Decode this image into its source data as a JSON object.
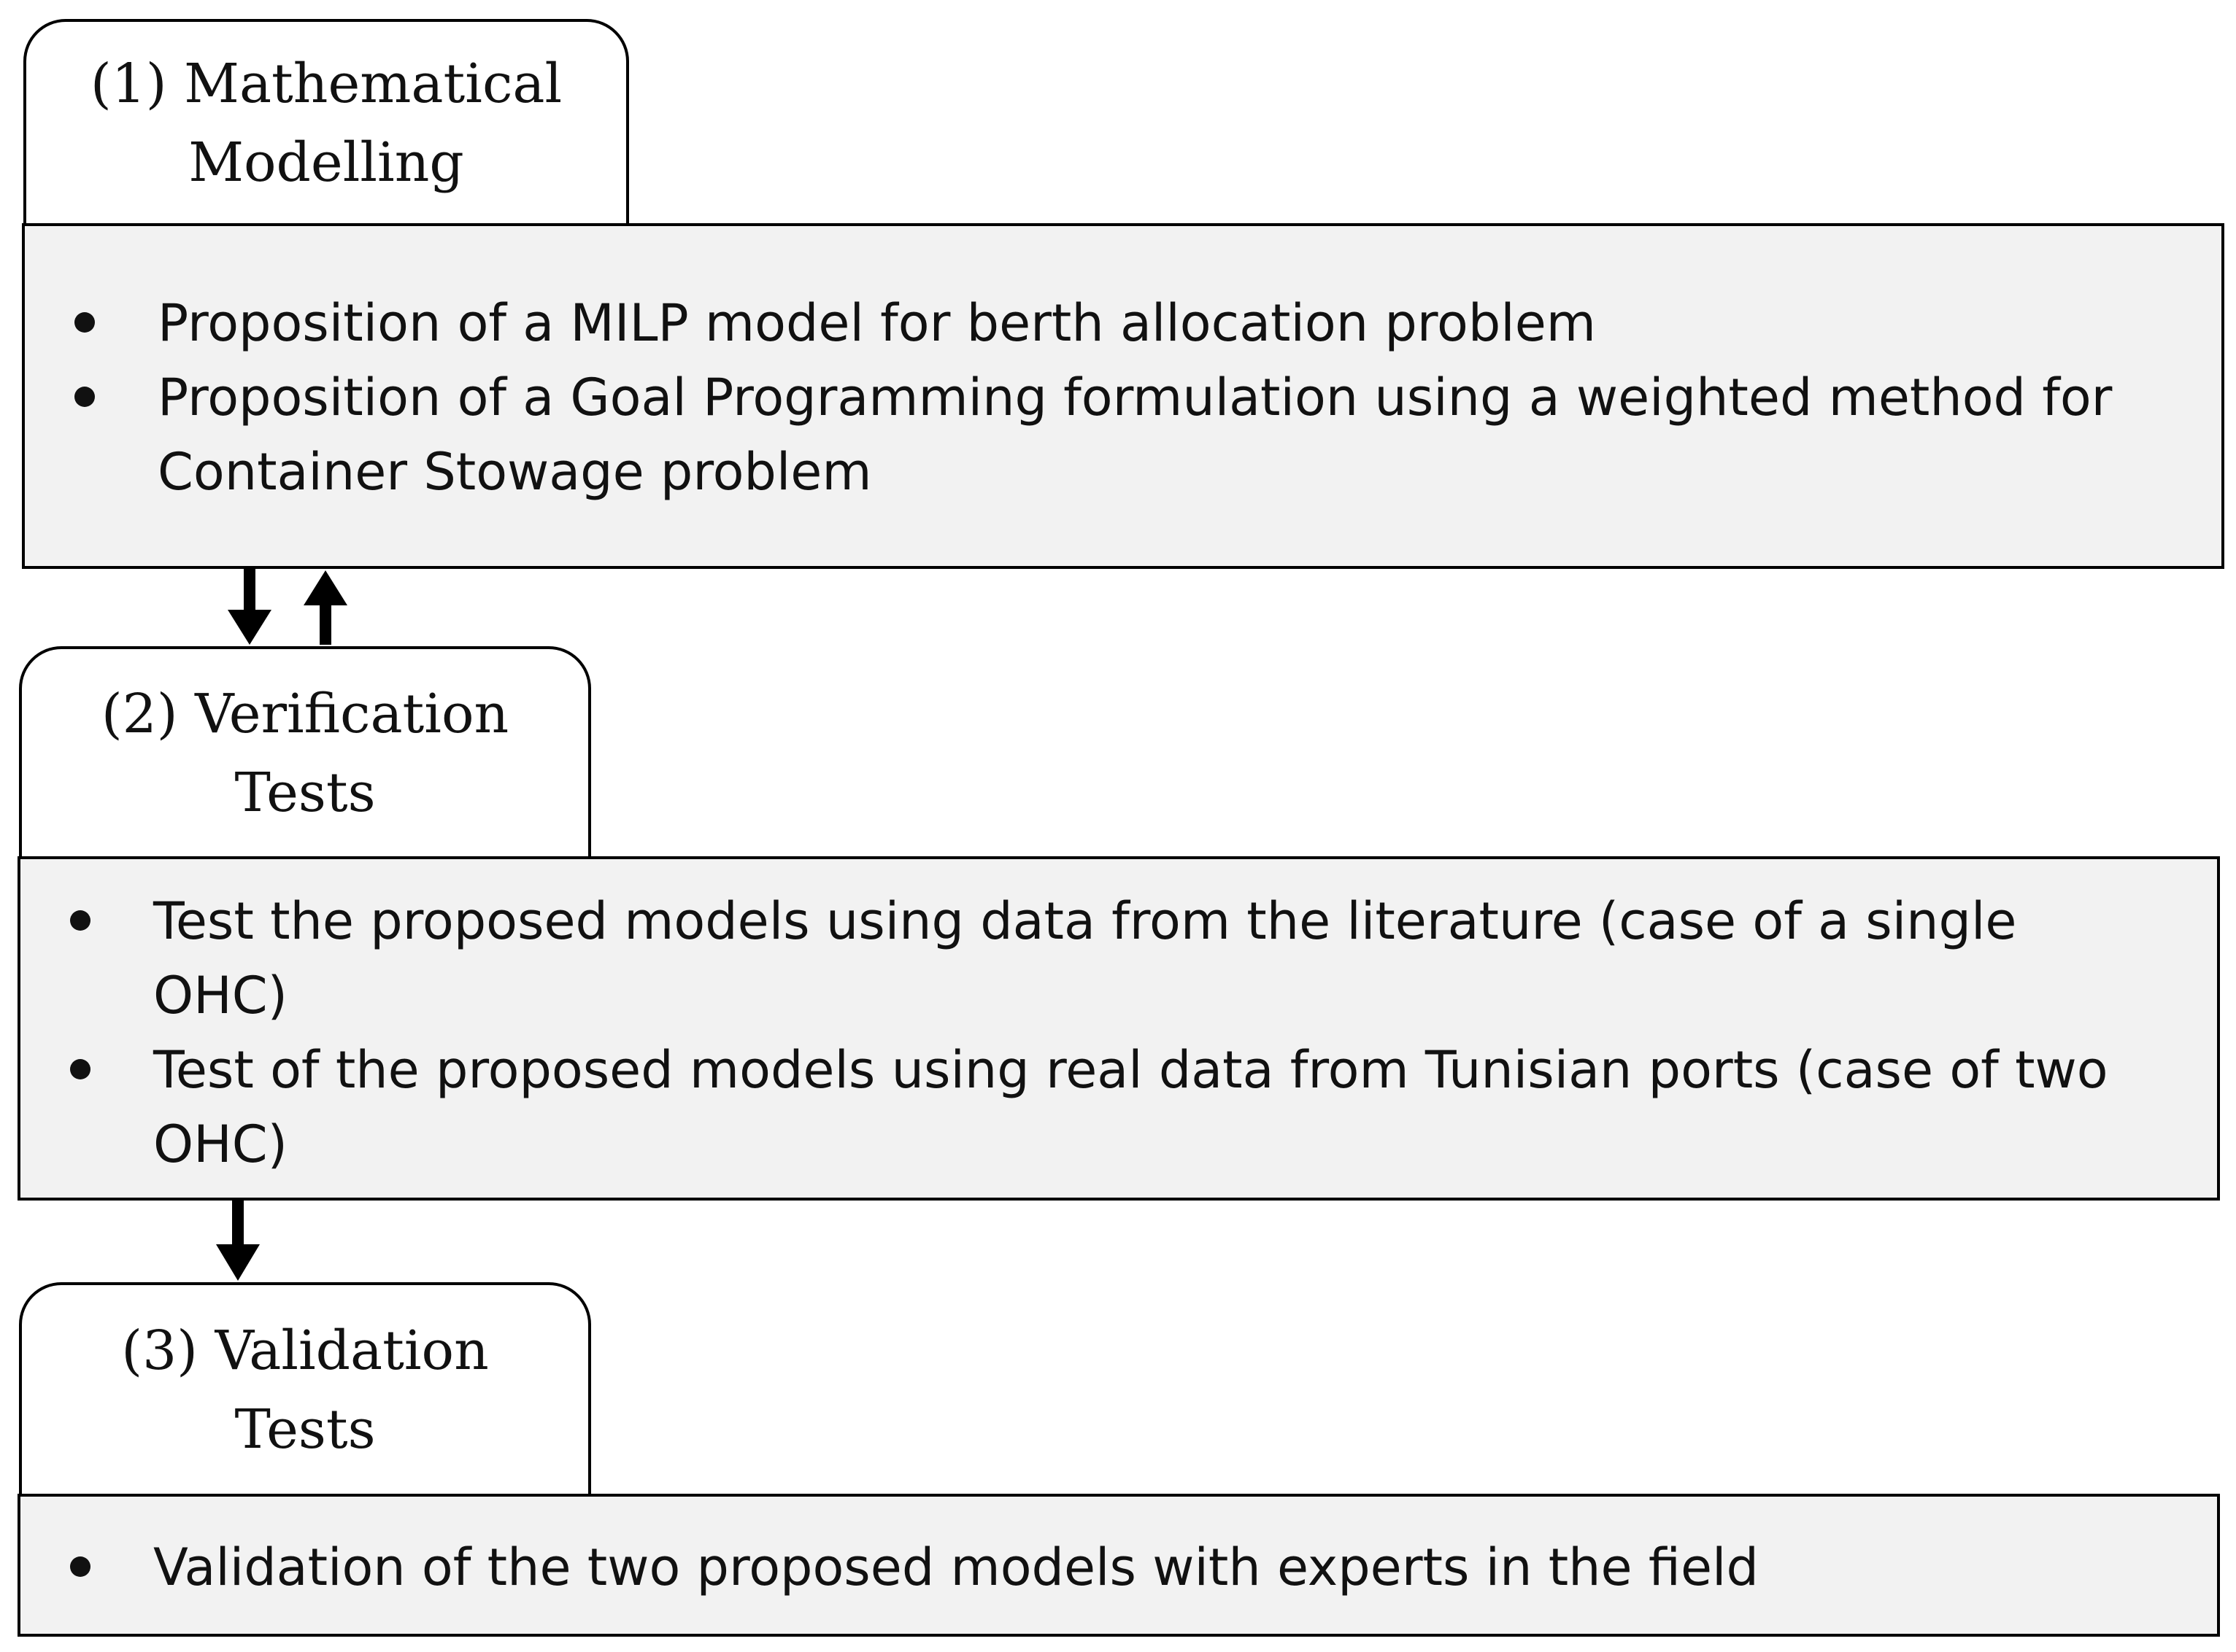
{
  "stages": [
    {
      "title": "(1) Mathematical Modelling",
      "items": [
        "Proposition of a MILP model for berth allocation problem",
        "Proposition of a Goal Programming formulation using a weighted method for Container Stowage problem"
      ]
    },
    {
      "title": "(2) Verification Tests",
      "items": [
        "Test the proposed models using data from the literature (case of a single OHC)",
        "Test of the proposed models using real data from Tunisian ports (case of two OHC)"
      ]
    },
    {
      "title": "(3) Validation Tests",
      "items": [
        "Validation of the two proposed models with experts in the field"
      ]
    }
  ],
  "colors": {
    "panel_fill": "#f2f2f2",
    "outline": "#000000",
    "tab_fill": "#ffffff"
  }
}
